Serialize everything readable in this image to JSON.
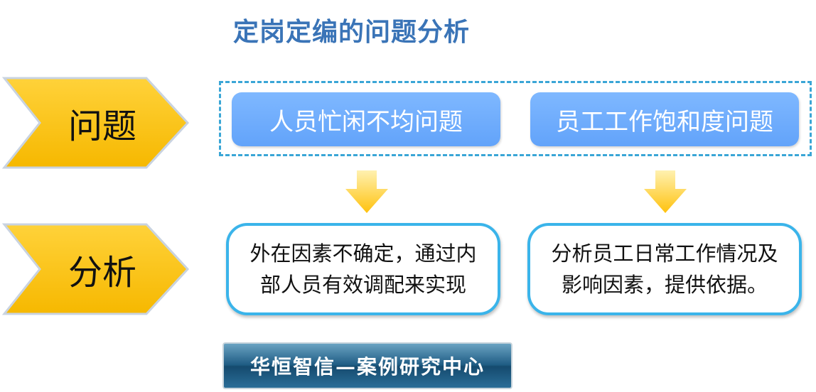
{
  "title": "定岗定编的问题分析",
  "rows": {
    "problem_label": "问题",
    "analysis_label": "分析"
  },
  "problems": [
    {
      "text": "人员忙闲不均问题"
    },
    {
      "text": "员工工作饱和度问题"
    }
  ],
  "analyses": [
    {
      "lines": [
        "外在因素不确定，通过内",
        "部人员有效调配来实现"
      ]
    },
    {
      "lines": [
        "分析员工日常工作情况及",
        "影响因素，提供依据。"
      ]
    }
  ],
  "brand": "华恒智信—案例研究中心",
  "colors": {
    "title": "#3a74b7",
    "chevron": "#ffc20e",
    "issue_box": "#6eadfc",
    "dashed_border": "#3aa6d6",
    "analysis_border": "#3ab4ea",
    "arrow": "#ffc20e"
  }
}
